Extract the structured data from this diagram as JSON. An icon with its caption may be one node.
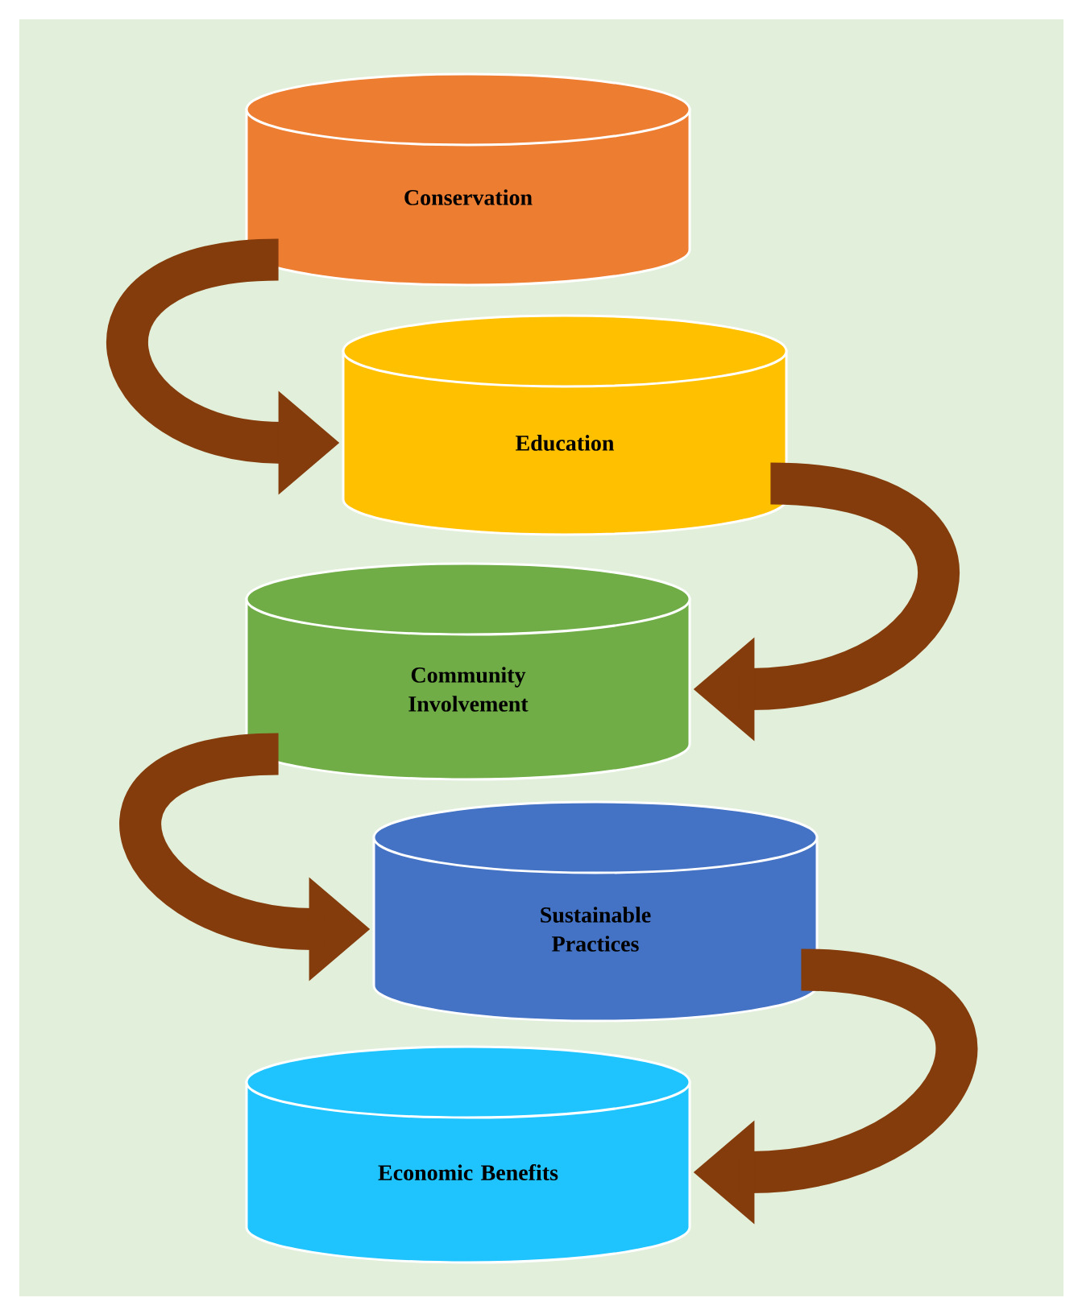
{
  "diagram": {
    "nodes": [
      {
        "text": [
          "Conservation"
        ]
      },
      {
        "text": [
          "Education"
        ]
      },
      {
        "text": [
          "Community Involvement"
        ]
      },
      {
        "text": [
          "Sustainable Practices"
        ]
      },
      {
        "text": [
          "Economic Benefits"
        ]
      }
    ],
    "edges": [
      {
        "from": 0,
        "to": 1,
        "arrow": "to"
      },
      {
        "from": 1,
        "to": 2,
        "arrow": "to"
      },
      {
        "from": 2,
        "to": 3,
        "arrow": "to"
      },
      {
        "from": 3,
        "to": 4,
        "arrow": "to"
      }
    ]
  }
}
